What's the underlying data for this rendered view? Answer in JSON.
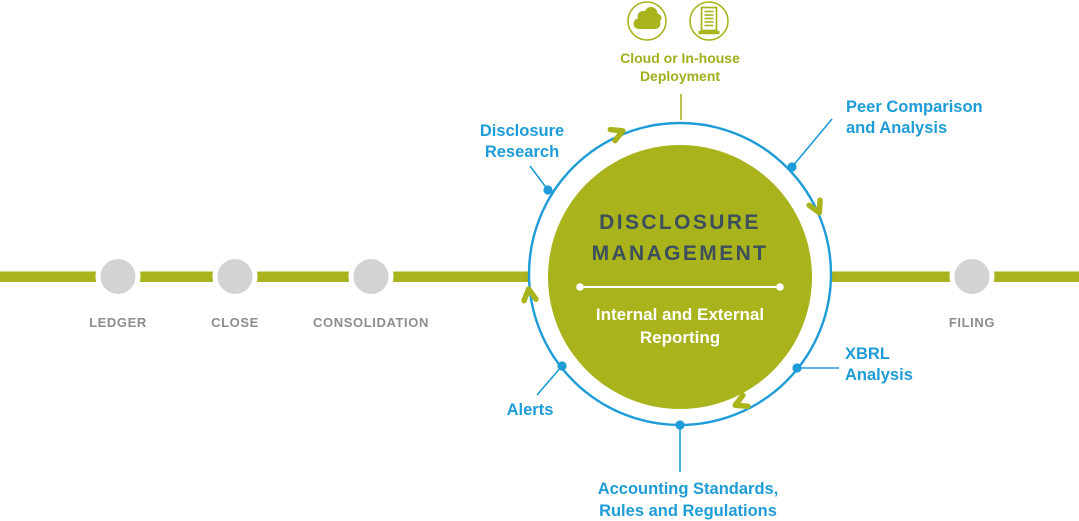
{
  "colors": {
    "green": "#a9b41c",
    "blue": "#1e9cd7",
    "navy": "#3d4e5c",
    "node_gray": "#d3d3d3",
    "text_gray": "#8d8d8d",
    "white": "#ffffff"
  },
  "center": {
    "title": "DISCLOSURE\nMANAGEMENT",
    "subtitle": "Internal and External\nReporting"
  },
  "timeline": {
    "nodes": [
      {
        "label": "LEDGER"
      },
      {
        "label": "CLOSE"
      },
      {
        "label": "CONSOLIDATION"
      },
      {
        "label": "FILING"
      }
    ]
  },
  "satellites": {
    "deployment": {
      "label": "Cloud or In-house\nDeployment",
      "icon_names": [
        "cloud-icon",
        "server-icon"
      ]
    },
    "disclosure_research": {
      "label": "Disclosure\nResearch"
    },
    "peer_comparison": {
      "label": "Peer Comparison\nand Analysis"
    },
    "xbrl": {
      "label": "XBRL\nAnalysis"
    },
    "alerts": {
      "label": "Alerts"
    },
    "accounting": {
      "label": "Accounting Standards,\nRules and Regulations"
    }
  }
}
